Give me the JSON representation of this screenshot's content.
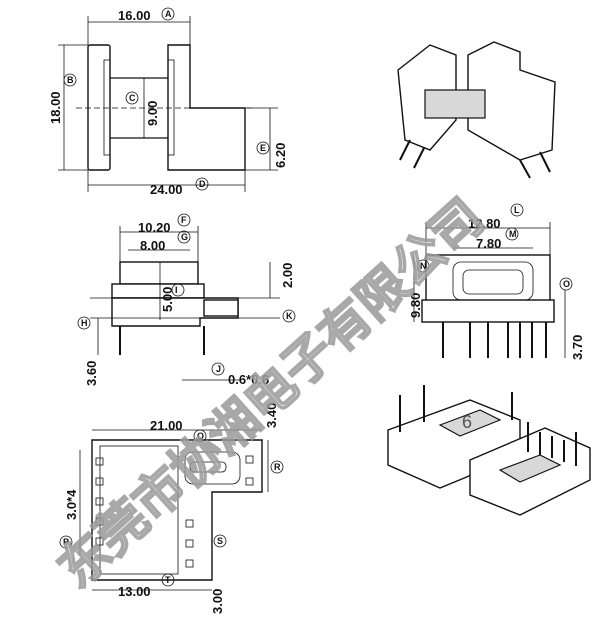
{
  "dimensions": {
    "A": {
      "value": "16.00",
      "tag": "A"
    },
    "B": {
      "value": "18.00",
      "tag": "B"
    },
    "C": {
      "value": "9.00",
      "tag": "C"
    },
    "D": {
      "value": "24.00",
      "tag": "D"
    },
    "E": {
      "value": "6.20",
      "tag": "E"
    },
    "F": {
      "value": "10.20",
      "tag": "F"
    },
    "G": {
      "value": "8.00",
      "tag": "G"
    },
    "H": {
      "value": "3.60",
      "tag": "H"
    },
    "I": {
      "value": "5.00",
      "tag": "I"
    },
    "J": {
      "value": "0.6*0.6",
      "tag": "J"
    },
    "K": {
      "value": "2.00",
      "tag": "K"
    },
    "L": {
      "value": "12.80",
      "tag": "L"
    },
    "M": {
      "value": "7.80",
      "tag": "M"
    },
    "N": {
      "value": "9.80",
      "tag": "N"
    },
    "O": {
      "value": "3.70",
      "tag": "O"
    },
    "P": {
      "value": "3.0*4",
      "tag": "P"
    },
    "Q": {
      "value": "21.00",
      "tag": "Q"
    },
    "R": {
      "value": "3.40",
      "tag": "R"
    },
    "S": {
      "value": "3.00",
      "tag": "S"
    },
    "T": {
      "value": "13.00",
      "tag": "T"
    }
  },
  "photo_label": "6",
  "watermark": "东莞市协湘电子有限公司"
}
